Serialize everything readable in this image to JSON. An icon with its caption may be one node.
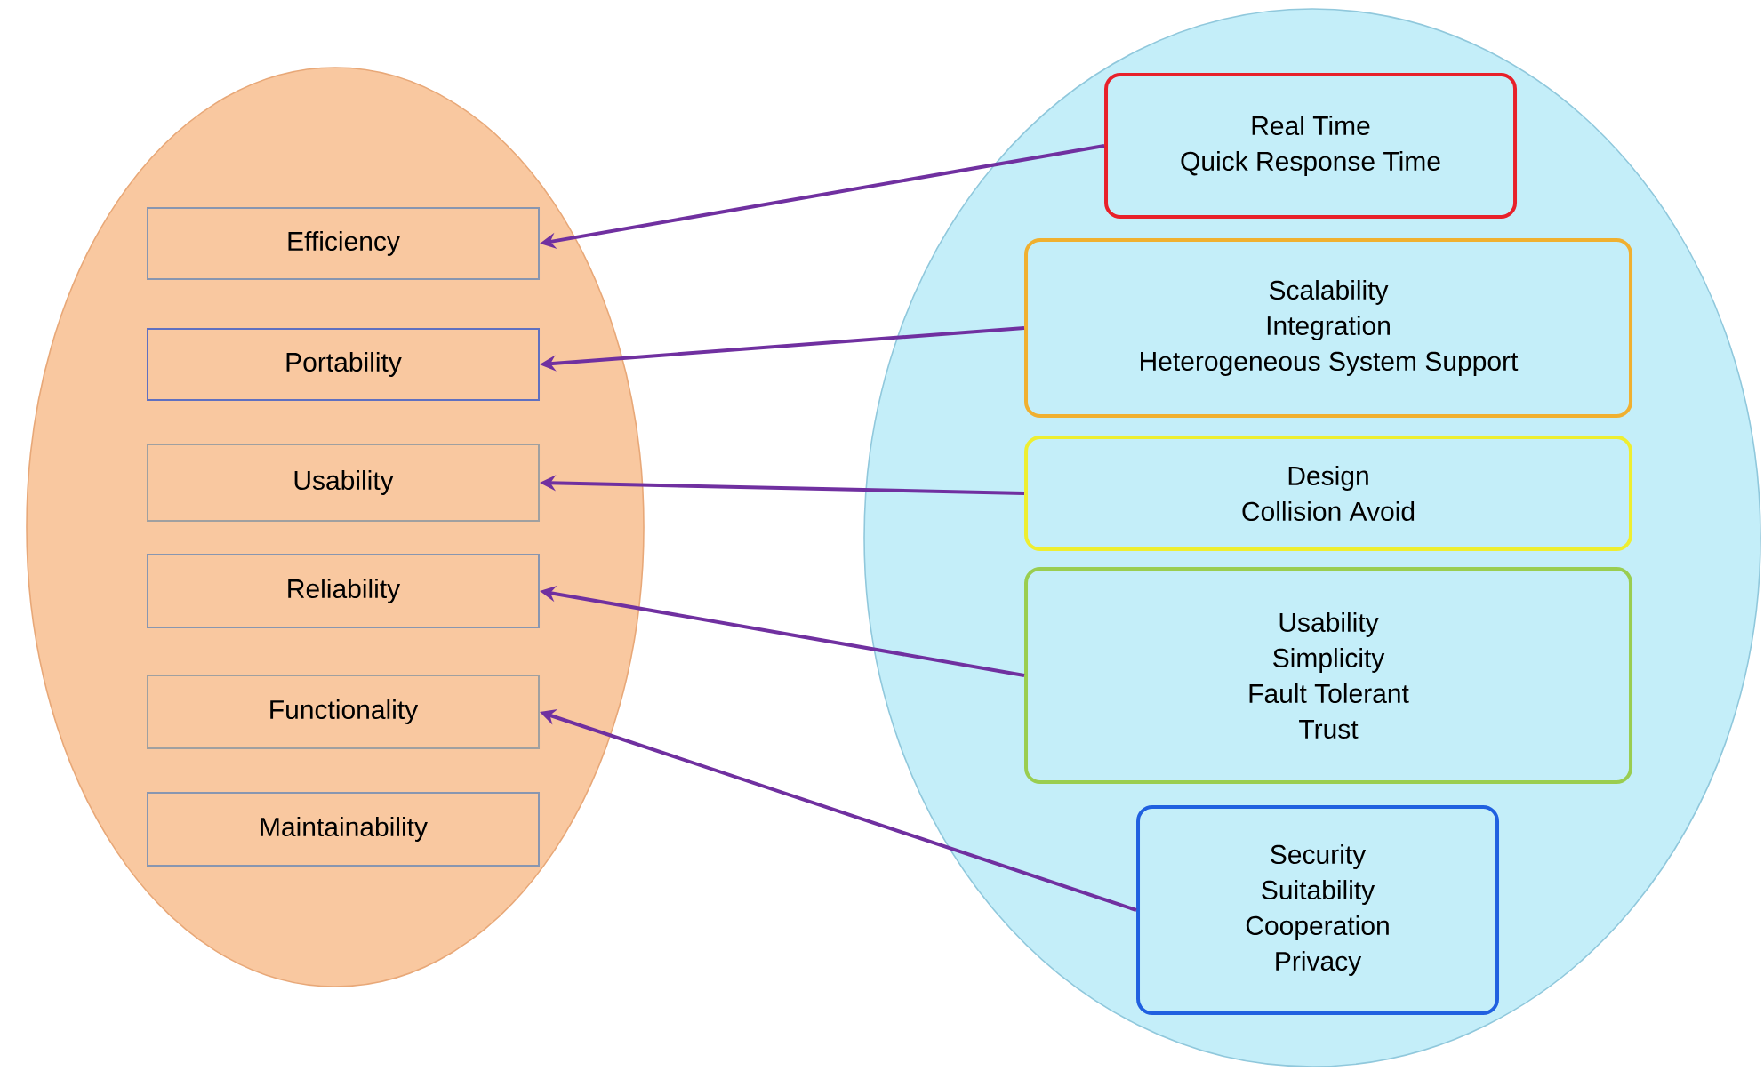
{
  "diagram": {
    "nodes": [
      {
        "text": [],
        "shape": "ellipse"
      },
      {
        "text": [
          "Efficiency"
        ],
        "in": 0
      },
      {
        "text": [
          "Portability"
        ],
        "in": 0
      },
      {
        "text": [
          "Usability"
        ],
        "in": 0
      },
      {
        "text": [
          "Reliability"
        ],
        "in": 0
      },
      {
        "text": [
          "Functionality"
        ],
        "in": 0
      },
      {
        "text": [
          "Maintainability"
        ],
        "in": 0
      },
      {
        "text": [],
        "shape": "ellipse"
      },
      {
        "text": [
          "Real Time",
          "Quick Response Time"
        ],
        "in": 7
      },
      {
        "text": [
          "Scalability",
          "Integration",
          "Heterogeneous System Support"
        ],
        "in": 7
      },
      {
        "text": [
          "Design",
          "Collision Avoid"
        ],
        "in": 7
      },
      {
        "text": [
          "Usability",
          "Simplicity",
          "Fault Tolerant",
          "Trust"
        ],
        "in": 7
      },
      {
        "text": [
          "Security",
          "Suitability",
          "Cooperation",
          "Privacy"
        ],
        "in": 7
      }
    ],
    "edges": [
      {
        "from": 8,
        "to": 1,
        "arrow": "to"
      },
      {
        "from": 9,
        "to": 2,
        "arrow": "to"
      },
      {
        "from": 10,
        "to": 3,
        "arrow": "to"
      },
      {
        "from": 11,
        "to": 4,
        "arrow": "to"
      },
      {
        "from": 12,
        "to": 5,
        "arrow": "to"
      }
    ]
  }
}
